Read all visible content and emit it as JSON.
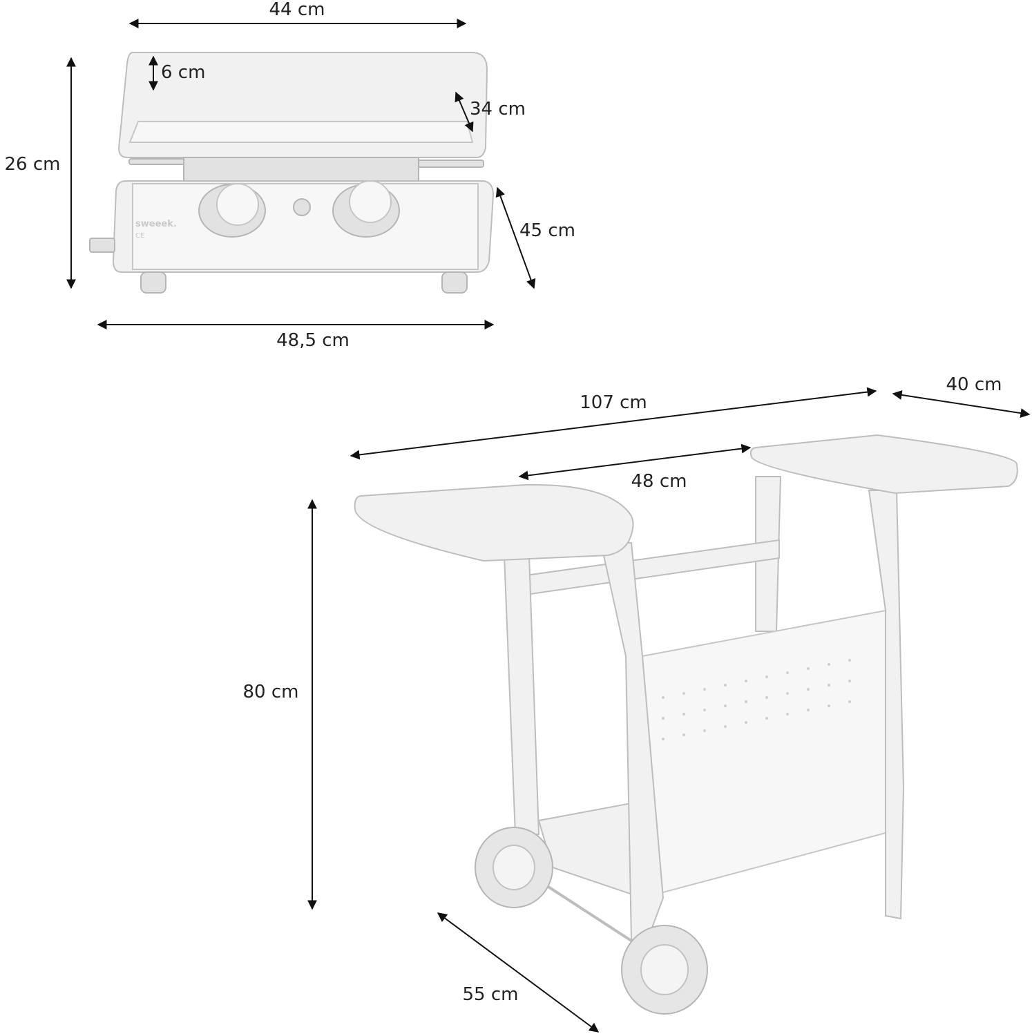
{
  "colors": {
    "background": "#ffffff",
    "arrow": "#111111",
    "text": "#222222",
    "product": "#f1f1f1",
    "product_outline": "#bdbdbd"
  },
  "plancha": {
    "brand": "sweeek.",
    "mark": "CE",
    "dims": {
      "width_top": "44 cm",
      "edge_height": "6 cm",
      "plate_depth": "34 cm",
      "total_height": "26 cm",
      "depth": "45 cm",
      "width_bottom": "48,5 cm"
    }
  },
  "trolley": {
    "dims": {
      "total_width": "107 cm",
      "shelf_depth": "40 cm",
      "inner_width": "48 cm",
      "height": "80 cm",
      "depth": "55 cm"
    }
  }
}
